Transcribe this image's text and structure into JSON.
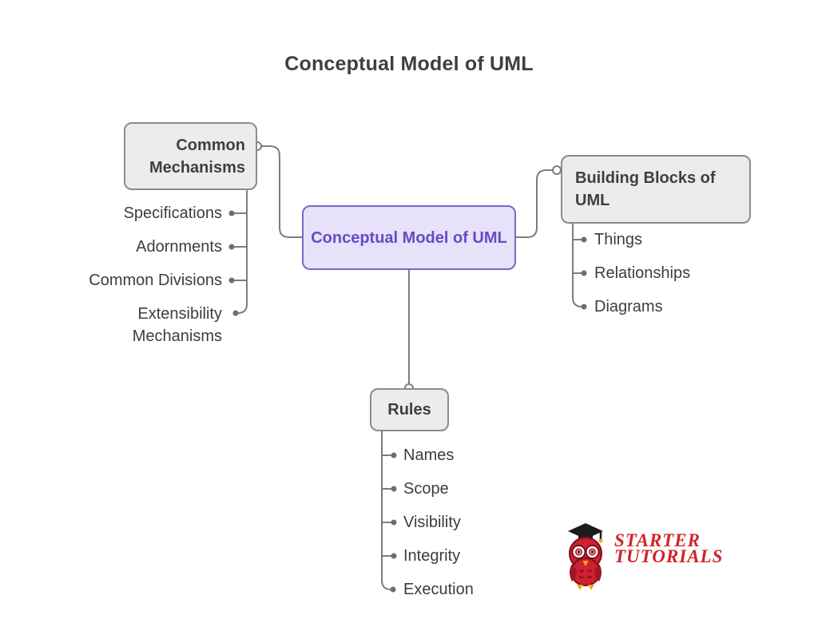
{
  "title": "Conceptual Model of UML",
  "center_node": {
    "label": "Conceptual Model of UML"
  },
  "branches": {
    "common_mechanisms": {
      "label": "Common Mechanisms",
      "items": [
        "Specifications",
        "Adornments",
        "Common Divisions",
        "Extensibility Mechanisms"
      ]
    },
    "building_blocks": {
      "label": "Building Blocks of UML",
      "items": [
        "Things",
        "Relationships",
        "Diagrams"
      ]
    },
    "rules": {
      "label": "Rules",
      "items": [
        "Names",
        "Scope",
        "Visibility",
        "Integrity",
        "Execution"
      ]
    }
  },
  "logo": {
    "icon": "owl-graduate-icon",
    "line1": "STARTER",
    "line2": "TUTORIALS"
  },
  "colors": {
    "accent_purple_fill": "#e7e1f9",
    "accent_purple_border": "#7a67cb",
    "accent_purple_text": "#654cc4",
    "box_fill": "#ececec",
    "box_border": "#8b8b8b",
    "text_dark": "#3f3f3f",
    "leaf_text": "#3d3d3d",
    "connector_gray": "#7d7d7d",
    "logo_red": "#d42127"
  }
}
